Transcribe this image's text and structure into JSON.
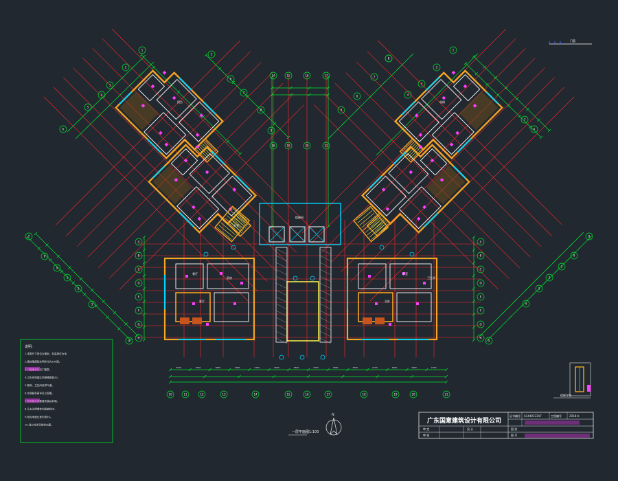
{
  "colors": {
    "background": "#212830",
    "axis": "#ff2a2a",
    "dimension": "#00e62e",
    "wall": "#f5a623",
    "inner_wall": "#ffffff",
    "window": "#00d4ff",
    "fixture": "#ff3dff",
    "room_fill": "#6a4a1e",
    "label": "#e8e8e8",
    "stair": "#f2e94a"
  },
  "title_block": {
    "company": "广东国意建筑设计有限公司",
    "cert_label": "证书编号",
    "cert_number": "A144012347",
    "design_no_label": "工程编号",
    "design_no": "2018-A-",
    "row2_left": "审 定",
    "row2_mid": "设 计",
    "row2_right": "图 别",
    "row3_left": "审 核",
    "row3_right": "图 号"
  },
  "drawing": {
    "floor_label": "一层平面图",
    "scale": "1:100",
    "north_label": "N",
    "grid_bottom": [
      "10",
      "11",
      "12",
      "13",
      "14",
      "15",
      "16",
      "17",
      "18",
      "19",
      "20",
      "21"
    ],
    "grid_left": [
      "A",
      "B",
      "C",
      "D",
      "E",
      "F",
      "G",
      "H"
    ],
    "grid_right": [
      "A",
      "B",
      "C",
      "D",
      "E",
      "F",
      "G",
      "H"
    ],
    "room_labels": [
      "客厅",
      "餐厅",
      "厨房",
      "卧室",
      "主卧",
      "卫生间",
      "阳台",
      "电梯",
      "楼梯间",
      "前室"
    ]
  },
  "notes": {
    "heading": "说明:",
    "lines": [
      "1.本图尺寸单位为毫米，标高单位为米。",
      "2.墙体厚度除注明外均为200厚。",
      "3.门窗编号详见门窗表。",
      "4.卫生间地面比同层楼面低20。",
      "5.厨房、卫生间设排气道。",
      "6.空调板标高详见立面图。",
      "7.所有管井待管道安装后封堵。",
      "8.凡未注明墙体均居轴线中。",
      "9.阳台地面比室内低50。",
      "10.消火栓详见给排水图。"
    ]
  },
  "legend": {
    "title": "楼梯详图"
  },
  "top_strip": {
    "label": "门窗"
  }
}
